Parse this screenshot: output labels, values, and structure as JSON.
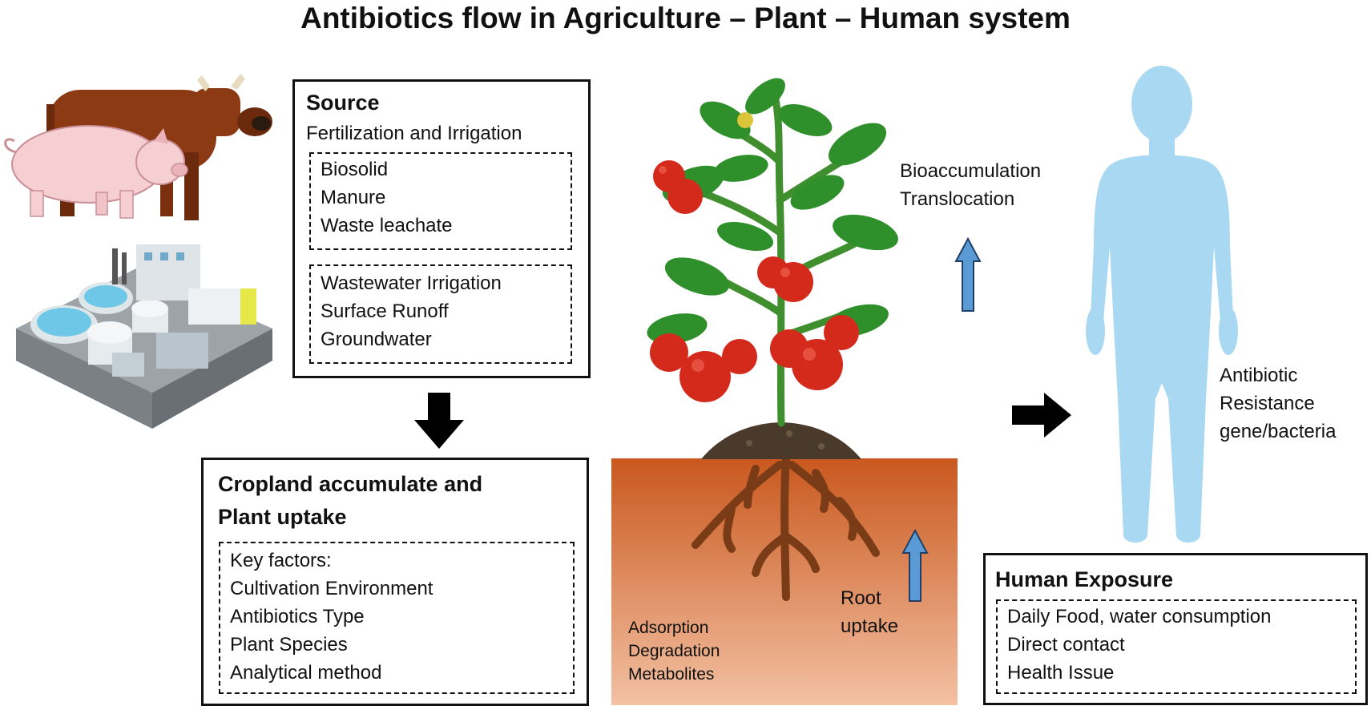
{
  "title": "Antibiotics flow in Agriculture – Plant – Human system",
  "source": {
    "heading": "Source",
    "subheading": "Fertilization and Irrigation",
    "group1": [
      "Biosolid",
      "Manure",
      "Waste leachate"
    ],
    "group2": [
      "Wastewater Irrigation",
      "Surface Runoff",
      "Groundwater"
    ]
  },
  "cropland": {
    "heading_line1": "Cropland accumulate and",
    "heading_line2": "Plant uptake",
    "factors": [
      "Key factors:",
      "Cultivation Environment",
      "Antibiotics Type",
      "Plant Species",
      "Analytical method"
    ]
  },
  "plant": {
    "upper_labels": [
      "Bioaccumulation",
      "Translocation"
    ],
    "root_labels": [
      "Root",
      "uptake"
    ],
    "soil_labels": [
      "Adsorption",
      "Degradation",
      "Metabolites"
    ]
  },
  "human": {
    "resistance_labels": [
      "Antibiotic",
      "Resistance",
      "gene/bacteria"
    ],
    "exposure_heading": "Human Exposure",
    "exposure_items": [
      "Daily Food, water consumption",
      "Direct contact",
      "Health Issue"
    ]
  },
  "colors": {
    "soil_top": "#c9581e",
    "soil_bottom": "#f3c1a3",
    "root": "#7a3b17",
    "leaf": "#2f8f2a",
    "tomato": "#d42a1c",
    "human_body": "#a9d8f2",
    "up_arrow": "#5b9bd5",
    "flow_arrow": "#000000"
  }
}
